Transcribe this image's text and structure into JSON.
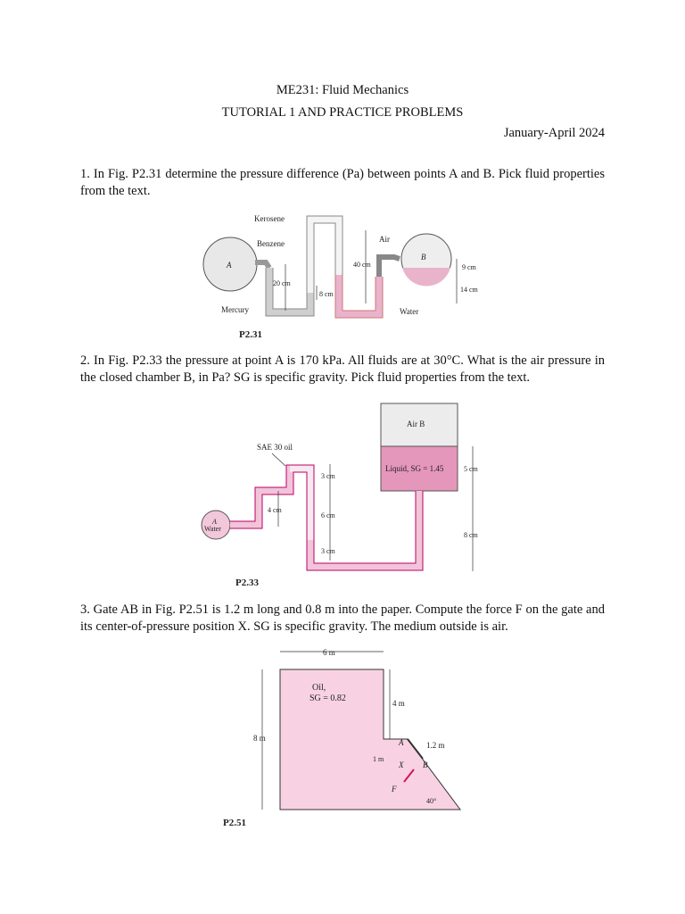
{
  "header": {
    "course": "ME231: Fluid Mechanics",
    "title": "TUTORIAL 1 AND PRACTICE PROBLEMS",
    "term": "January-April 2024"
  },
  "problems": [
    {
      "number": "1.",
      "text": "In Fig. P2.31 determine the pressure difference (Pa) between points A and B. Pick fluid properties from the text.",
      "figure": {
        "id": "P2.31",
        "labels": {
          "kerosene": "Kerosene",
          "benzene": "Benzene",
          "air": "Air",
          "a": "A",
          "b": "B",
          "d40": "40 cm",
          "d9": "9 cm",
          "d14": "14 cm",
          "d20": "20 cm",
          "d8": "8 cm",
          "mercury": "Mercury",
          "water": "Water"
        }
      }
    },
    {
      "number": "2.",
      "text": "In Fig. P2.33 the pressure at point A is 170 kPa. All fluids are at 30°C. What is the air pressure in the closed chamber B, in Pa? SG is specific gravity. Pick fluid properties from the text.",
      "figure": {
        "id": "P2.33",
        "labels": {
          "airb": "Air B",
          "liquid": "Liquid, SG = 1.45",
          "sae": "SAE 30 oil",
          "d3a": "3 cm",
          "d4": "4 cm",
          "d6": "6 cm",
          "d3b": "3 cm",
          "d5": "5 cm",
          "d8": "8 cm",
          "a": "A",
          "water": "Water"
        }
      }
    },
    {
      "number": "3.",
      "text": "Gate AB in Fig. P2.51 is 1.2 m long and 0.8 m into the paper. Compute the force F on the gate and its center-of-pressure position X. SG is specific gravity. The medium outside is air.",
      "figure": {
        "id": "P2.51",
        "labels": {
          "d6": "6 m",
          "oil": "Oil,",
          "sg": "SG = 0.82",
          "d4": "4 m",
          "d8": "8 m",
          "d12": "1.2 m",
          "d1": "1 m",
          "a": "A",
          "b": "B",
          "x": "X",
          "f": "F",
          "angle": "40°"
        }
      }
    }
  ],
  "colors": {
    "fluid_pink": "#eab3cc",
    "fluid_pink_light": "#f7d6e4",
    "mercury_gray": "#cfcfcf",
    "air_gray": "#ebebeb"
  }
}
